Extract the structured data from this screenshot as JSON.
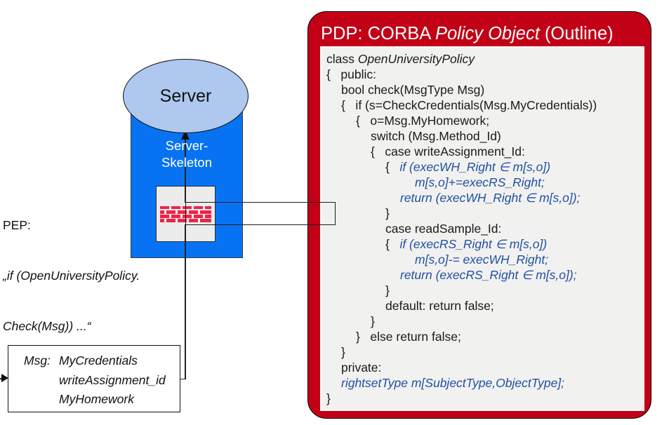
{
  "colors": {
    "pdp_red": "#c20117",
    "code_blue": "#2150a2",
    "skeleton_blue": "#0873f2",
    "ellipse_blue": "#aec8f0",
    "brick_red": "#ee2447"
  },
  "server": {
    "label": "Server"
  },
  "skeleton": {
    "line1": "Server-",
    "line2": "Skeleton"
  },
  "pep": {
    "line1": "PEP:",
    "line2": "„if (OpenUniversityPolicy.",
    "line3": "Check(Msg)) ...“"
  },
  "msg": {
    "label": "Msg:",
    "items": [
      "MyCredentials",
      "writeAssignment_id",
      "MyHomework"
    ]
  },
  "pdp": {
    "title_prefix": "PDP: CORBA ",
    "title_italic": "Policy Object",
    "title_suffix": " (Outline)",
    "code": [
      {
        "ind": 0,
        "seg": [
          {
            "t": "class ",
            "s": "p"
          },
          {
            "t": "OpenUniversityPolicy",
            "s": "i"
          }
        ]
      },
      {
        "ind": 0,
        "seg": [
          {
            "t": "{   public:",
            "s": "p"
          }
        ]
      },
      {
        "ind": 21,
        "seg": [
          {
            "t": "bool check(MsgType Msg)",
            "s": "p"
          }
        ]
      },
      {
        "ind": 21,
        "seg": [
          {
            "t": "{   if (s=CheckCredentials(Msg.MyCredentials))",
            "s": "p"
          }
        ]
      },
      {
        "ind": 42,
        "seg": [
          {
            "t": "{   o=Msg.MyHomework;",
            "s": "p"
          }
        ]
      },
      {
        "ind": 63,
        "seg": [
          {
            "t": "switch (Msg.Method_Id)",
            "s": "p"
          }
        ]
      },
      {
        "ind": 63,
        "seg": [
          {
            "t": "{   case writeAssignment_Id:",
            "s": "p"
          }
        ]
      },
      {
        "ind": 84,
        "seg": [
          {
            "t": "{   ",
            "s": "p"
          },
          {
            "t": "if (execWH_Right ∈ m[s,o])",
            "s": "b"
          }
        ]
      },
      {
        "ind": 126,
        "seg": [
          {
            "t": "m[s,o]+=execRS_Right;",
            "s": "b"
          }
        ]
      },
      {
        "ind": 105,
        "seg": [
          {
            "t": "return (execWH_Right ∈ m[s,o]);",
            "s": "b"
          }
        ]
      },
      {
        "ind": 84,
        "seg": [
          {
            "t": "}",
            "s": "p"
          }
        ]
      },
      {
        "ind": 84,
        "seg": [
          {
            "t": "case readSample_Id:",
            "s": "p"
          }
        ]
      },
      {
        "ind": 84,
        "seg": [
          {
            "t": "{   ",
            "s": "p"
          },
          {
            "t": "if (execRS_Right ∈ m[s,o])",
            "s": "b"
          }
        ]
      },
      {
        "ind": 126,
        "seg": [
          {
            "t": "m[s,o]-= execWH_Right;",
            "s": "b"
          }
        ]
      },
      {
        "ind": 105,
        "seg": [
          {
            "t": "return (execRS_Right ∈ m[s,o]);",
            "s": "b"
          }
        ]
      },
      {
        "ind": 84,
        "seg": [
          {
            "t": "}",
            "s": "p"
          }
        ]
      },
      {
        "ind": 84,
        "seg": [
          {
            "t": "default: return false;",
            "s": "p"
          }
        ]
      },
      {
        "ind": 63,
        "seg": [
          {
            "t": "}",
            "s": "p"
          }
        ]
      },
      {
        "ind": 42,
        "seg": [
          {
            "t": "}   else return false;",
            "s": "p"
          }
        ]
      },
      {
        "ind": 21,
        "seg": [
          {
            "t": "}",
            "s": "p"
          }
        ]
      },
      {
        "ind": 21,
        "seg": [
          {
            "t": "private:",
            "s": "p"
          }
        ]
      },
      {
        "ind": 21,
        "seg": [
          {
            "t": "rightsetType m[SubjectType,ObjectType];",
            "s": "b"
          }
        ]
      },
      {
        "ind": 0,
        "seg": [
          {
            "t": "}",
            "s": "p"
          }
        ]
      }
    ]
  }
}
